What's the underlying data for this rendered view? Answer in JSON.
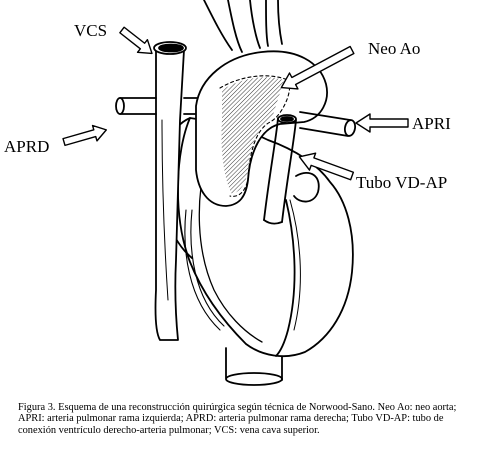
{
  "labels": {
    "vcs": "VCS",
    "neo_ao": "Neo Ao",
    "apri": "APRI",
    "aprd": "APRD",
    "tubo": "Tubo VD-AP"
  },
  "caption": "Figura 3. Esquema de una reconstrucción quirúrgica según técnica de Norwood-Sano. Neo Ao: neo aorta; APRI: arteria pulmonar rama izquierda; APRD: arteria pulmonar rama derecha; Tubo VD-AP: tubo de conexión ventrículo derecho-arteria pulmonar; VCS: vena cava superior."
}
